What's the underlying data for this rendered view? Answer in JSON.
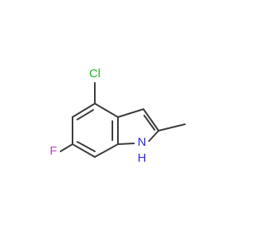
{
  "molecule": {
    "atoms": {
      "cl": {
        "label": "Cl",
        "color": "#22b222"
      },
      "f": {
        "label": "F",
        "color": "#c040c8"
      },
      "nh": {
        "label": "H",
        "color": "#2a2ad8"
      },
      "n": {
        "label": "N",
        "color": "#2a2ad8"
      }
    },
    "bond_color": "#3a3a3a"
  }
}
